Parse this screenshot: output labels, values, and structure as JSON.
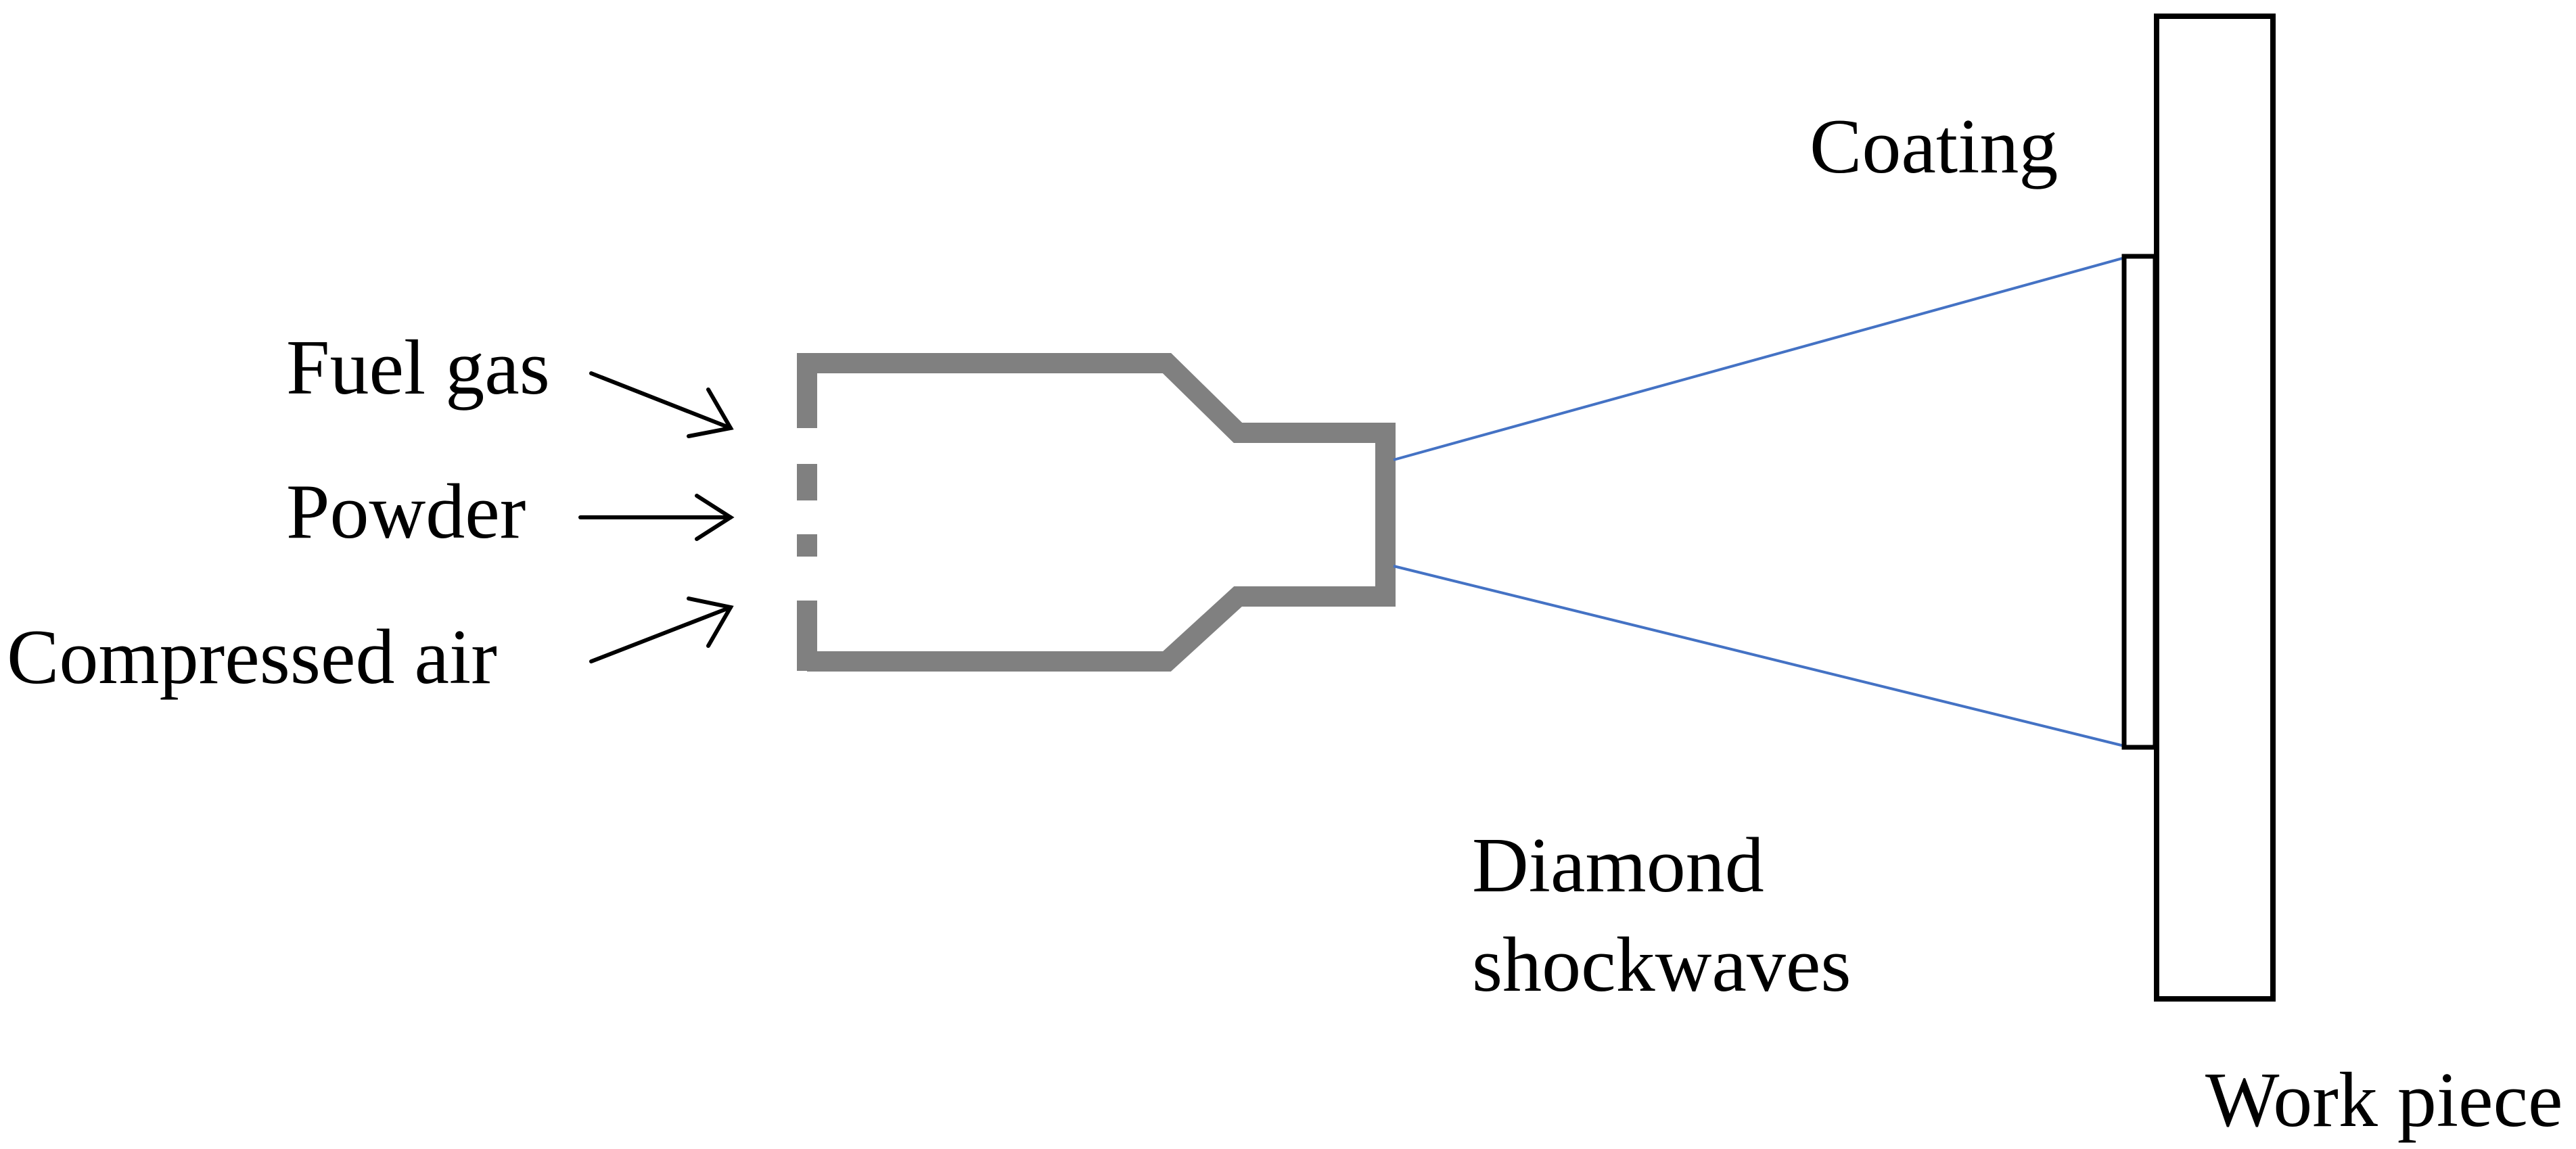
{
  "labels": {
    "fuel_gas": "Fuel gas",
    "powder": "Powder",
    "compressed_air": "Compressed air",
    "coating": "Coating",
    "diamond_line1": "Diamond",
    "diamond_line2": "shockwaves",
    "work_piece": "Work piece"
  },
  "colors": {
    "nozzle": "#808080",
    "jet_lines": "#4472c4",
    "outline": "#000000",
    "text": "#000000",
    "background": "#ffffff"
  }
}
